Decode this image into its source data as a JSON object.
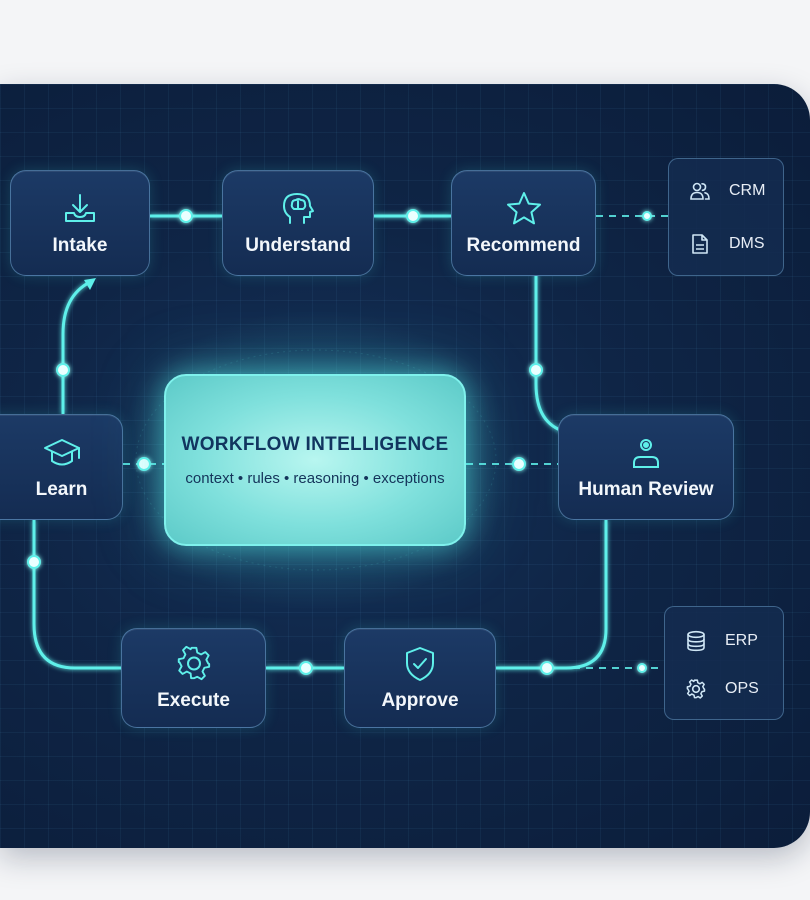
{
  "diagram": {
    "center": {
      "title": "WORKFLOW INTELLIGENCE",
      "subtitle": "context • rules • reasoning • exceptions"
    },
    "nodes": {
      "intake": {
        "label": "Intake",
        "icon": "inbox-download-icon"
      },
      "understand": {
        "label": "Understand",
        "icon": "brain-head-icon"
      },
      "recommend": {
        "label": "Recommend",
        "icon": "star-icon"
      },
      "human_review": {
        "label": "Human Review",
        "icon": "person-icon"
      },
      "approve": {
        "label": "Approve",
        "icon": "shield-check-icon"
      },
      "execute": {
        "label": "Execute",
        "icon": "gear-icon"
      },
      "learn": {
        "label": "Learn",
        "icon": "graduation-cap-icon"
      }
    },
    "systems_top": [
      {
        "label": "CRM",
        "icon": "users-icon"
      },
      {
        "label": "DMS",
        "icon": "document-icon"
      }
    ],
    "systems_bottom": [
      {
        "label": "ERP",
        "icon": "database-icon"
      },
      {
        "label": "OPS",
        "icon": "gear-icon"
      }
    ],
    "colors": {
      "accent": "#5ff0ea",
      "background": "#0f2546",
      "node": "#1a3560"
    }
  }
}
